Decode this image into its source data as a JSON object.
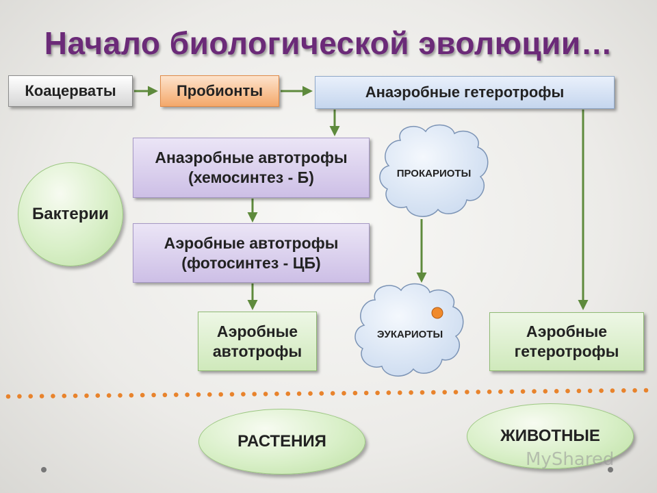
{
  "title": "Начало биологической эволюции…",
  "nodes": {
    "coacervates": "Коацерваты",
    "probionts": "Пробионты",
    "anaerobic_heterotrophs": "Анаэробные гетеротрофы",
    "anaerobic_autotrophs": [
      "Анаэробные автотрофы",
      "(хемосинтез - Б)"
    ],
    "aerobic_autotrophs_photo": [
      "Аэробные автотрофы",
      "(фотосинтез - ЦБ)"
    ],
    "aerobic_autotrophs": [
      "Аэробные",
      "автотрофы"
    ],
    "aerobic_heterotrophs": [
      "Аэробные",
      "гетеротрофы"
    ],
    "bacteria": "Бактерии",
    "prokaryotes": "ПРОКАРИОТЫ",
    "eukaryotes": "ЭУКАРИОТЫ",
    "plants": "РАСТЕНИЯ",
    "animals": "ЖИВОТНЫЕ"
  },
  "watermark": "MyShared",
  "colors": {
    "title": "#6b2a78",
    "arrow": "#5e8a3c",
    "dots": "#e8832c",
    "cloud_fill": "#dfe9f7",
    "nucleus": "#f08a2c"
  }
}
